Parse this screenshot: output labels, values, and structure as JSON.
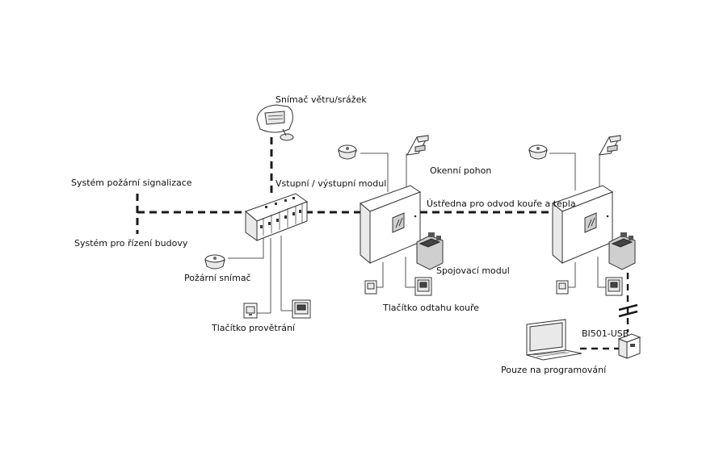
{
  "labels": {
    "wind_rain_sensor": "Snímač větru/srážek",
    "fire_alarm_system": "Systém požární signalizace",
    "building_control_system": "Systém pro řízení budovy",
    "io_module": "Vstupní / výstupní modul",
    "window_drive": "Okenní pohon",
    "smoke_heat_control_unit": "Ústředna pro odvod kouře a tepla",
    "fire_detector": "Požární snímač",
    "connection_module": "Spojovací modul",
    "smoke_vent_button": "Tlačítko odtahu kouře",
    "ventilation_button": "Tlačítko provětrání",
    "usb_interface": "BI501-USB",
    "programming_only": "Pouze na programování"
  },
  "colors": {
    "line": "#1a1a1a",
    "device_outline": "#333333",
    "device_fill": "#ffffff"
  }
}
